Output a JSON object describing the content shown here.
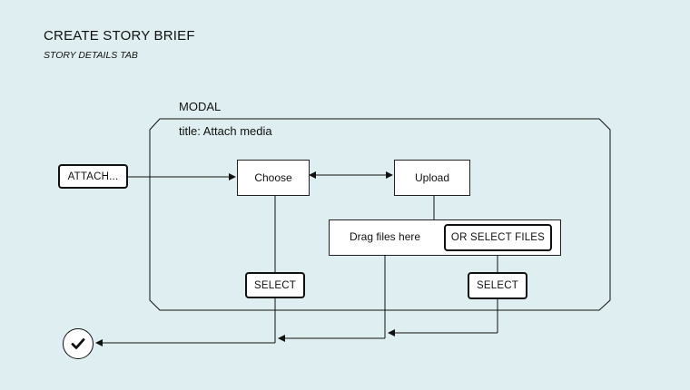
{
  "header": {
    "title": "CREATE STORY BRIEF",
    "subtitle": "STORY DETAILS TAB"
  },
  "modal": {
    "label": "MODAL",
    "title": "title: Attach media"
  },
  "nodes": {
    "attach": "ATTACH...",
    "choose": "Choose",
    "upload": "Upload",
    "drag": "Drag files here",
    "or_select_files": "OR SELECT FILES",
    "select_left": "SELECT",
    "select_right": "SELECT"
  },
  "icons": {
    "done": "checkmark-icon"
  }
}
